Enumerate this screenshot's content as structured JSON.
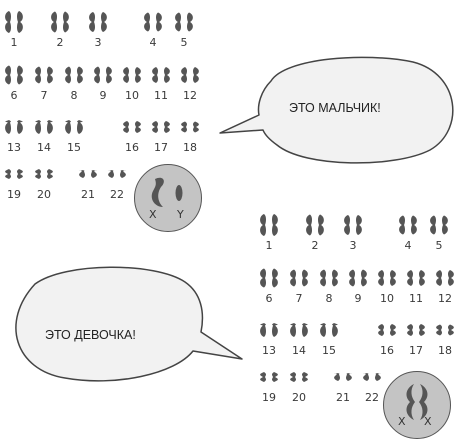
{
  "male_karyotype": {
    "rows": [
      [
        "1",
        "2",
        "3",
        "4",
        "5"
      ],
      [
        "6",
        "7",
        "8",
        "9",
        "10",
        "11",
        "12"
      ],
      [
        "13",
        "14",
        "15",
        "16",
        "17",
        "18"
      ],
      [
        "19",
        "20",
        "21",
        "22"
      ]
    ],
    "sex_chromosomes": [
      "X",
      "Y"
    ]
  },
  "female_karyotype": {
    "rows": [
      [
        "1",
        "2",
        "3",
        "4",
        "5"
      ],
      [
        "6",
        "7",
        "8",
        "9",
        "10",
        "11",
        "12"
      ],
      [
        "13",
        "14",
        "15",
        "16",
        "17",
        "18"
      ],
      [
        "19",
        "20",
        "21",
        "22"
      ]
    ],
    "sex_chromosomes": [
      "X",
      "X"
    ]
  },
  "bubbles": {
    "boy": "ЭТО МАЛЬЧИК!",
    "girl": "ЭТО ДЕВОЧКА!"
  },
  "colors": {
    "chromosome_fill": "#555555",
    "circle_fill": "#c4c4c4",
    "bubble_fill": "#f2f2f2"
  }
}
